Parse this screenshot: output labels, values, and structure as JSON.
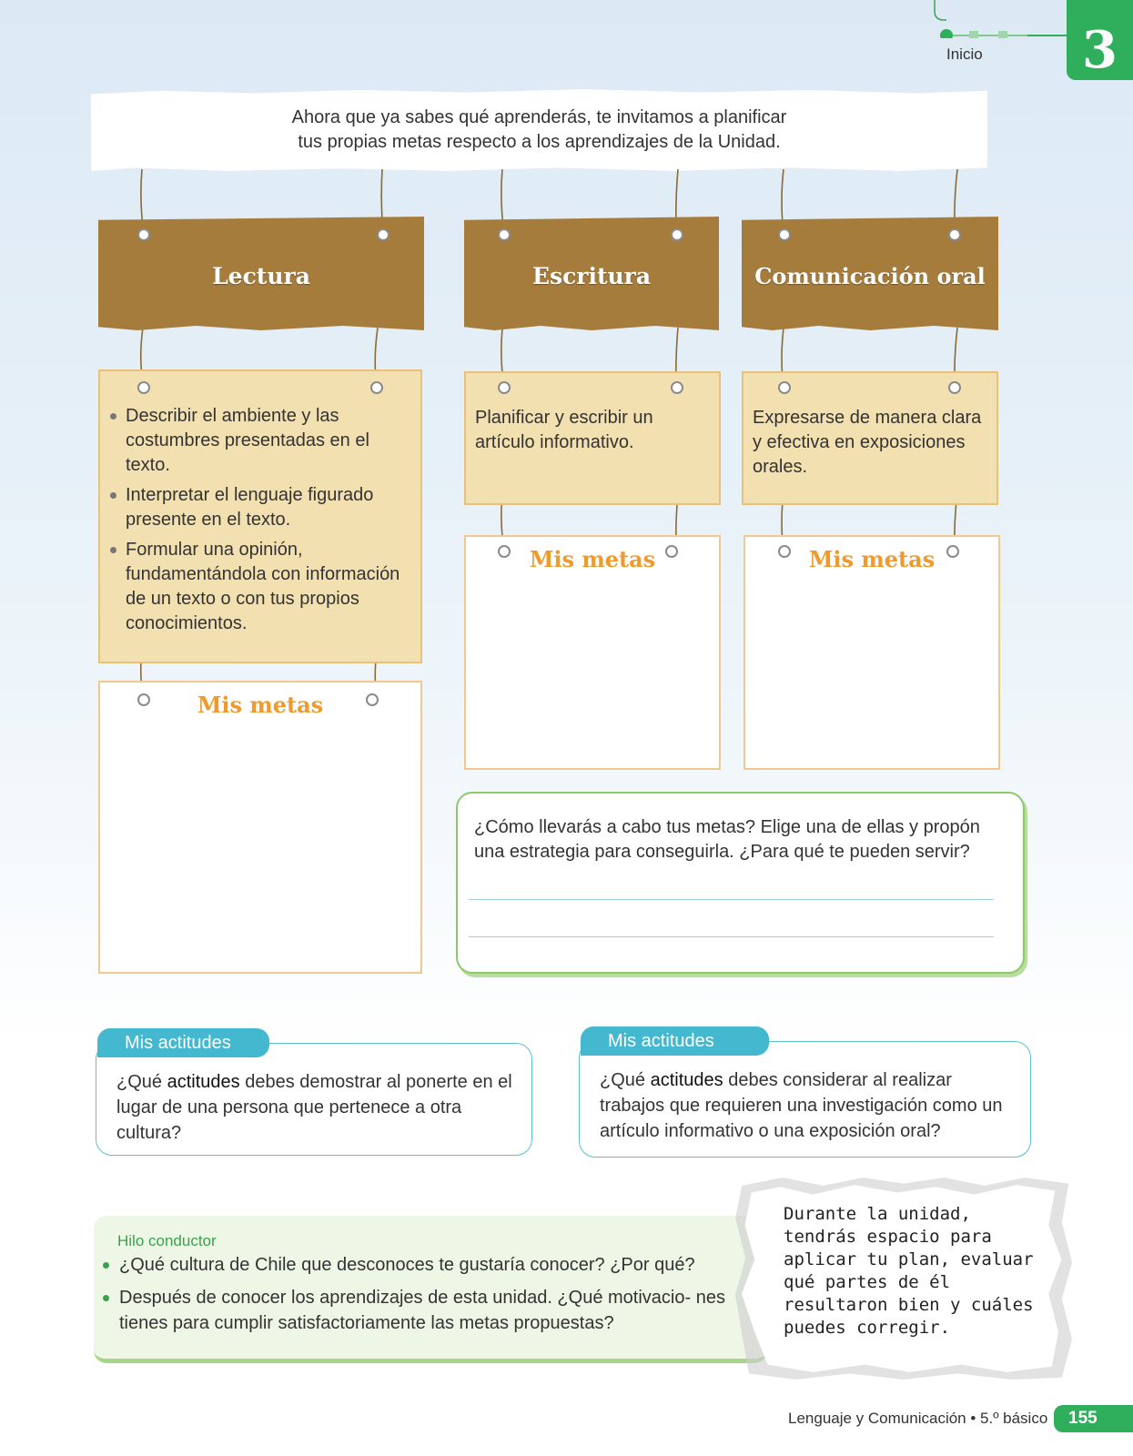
{
  "header": {
    "unit_number": "3",
    "nav_label": "Inicio"
  },
  "intro": {
    "line1": "Ahora que ya sabes qué aprenderás, te invitamos a planificar",
    "line2": "tus propias metas respecto a los aprendizajes de la Unidad."
  },
  "columns": [
    {
      "title": "Lectura",
      "objectives": [
        "Describir el ambiente y las costumbres presentadas en el texto.",
        "Interpretar el lenguaje figurado presente en el texto.",
        "Formular una opinión, fundamentándola con información de un texto o con tus propios conocimientos."
      ],
      "goals_title": "Mis metas"
    },
    {
      "title": "Escritura",
      "objective": "Planificar y escribir un artículo informativo.",
      "goals_title": "Mis metas"
    },
    {
      "title": "Comunicación oral",
      "objective": "Expresarse de manera clara y efectiva en exposiciones orales.",
      "goals_title": "Mis metas"
    }
  ],
  "question_box": {
    "text": "¿Cómo llevarás a cabo tus metas? Elige una de ellas y propón una estrategia para conseguirla. ¿Para qué te pueden servir?"
  },
  "attitudes": [
    {
      "tab": "Mis actitudes",
      "before": "¿Qué ",
      "keyword": "actitudes",
      "after": " debes demostrar al ponerte en el lugar de una persona que pertenece a otra cultura?"
    },
    {
      "tab": "Mis actitudes",
      "before": "¿Qué ",
      "keyword": "actitudes",
      "after": " debes considerar al realizar trabajos que requieren una investigación como un artículo informativo o una exposición oral?"
    }
  ],
  "hilo": {
    "label": "Hilo conductor",
    "items": [
      "¿Qué cultura de Chile que desconoces te gustaría conocer? ¿Por qué?",
      "Después de conocer los aprendizajes de esta unidad. ¿Qué motivacio- nes tienes para cumplir satisfactoriamente las metas propuestas?"
    ]
  },
  "note": {
    "text": "Durante la unidad, tendrás espacio para aplicar tu plan, evaluar qué partes de él resultaron bien y cuáles puedes corregir."
  },
  "footer": {
    "subject": "Lenguaje y Comunicación • 5.º básico",
    "page": "155"
  },
  "colors": {
    "wood": "#a67c3d",
    "card_yellow": "#f3e0b0",
    "goals_orange": "#f09a2b",
    "green": "#2fae5c",
    "teal": "#44b8ce"
  }
}
